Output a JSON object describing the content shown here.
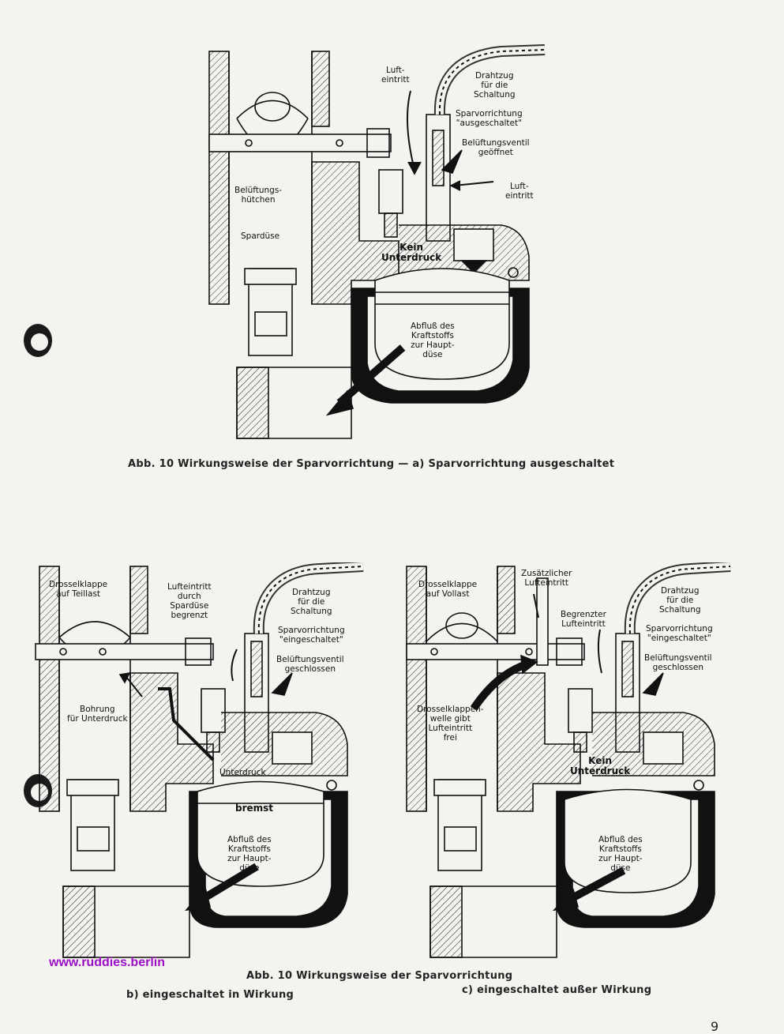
{
  "figure_a": {
    "labels": {
      "air_inlet_top": "Luft-\neintritt",
      "cable": "Drahtzug\nfür die\nSchaltung",
      "economy_state": "Sparvorrichtung\n\"ausgeschaltet\"",
      "vent_valve": "Belüftungsventil\ngeöffnet",
      "air_inlet_right": "Luft-\neintritt",
      "vent_cap": "Belüftungs-\nhütchen",
      "economy_jet": "Spardüse",
      "no_vacuum": "Kein\nUnterdruck",
      "fuel_flow": "Abfluß des\nKraftstoffs\nzur Haupt-\ndüse"
    },
    "caption": "Abb. 10   Wirkungsweise der Sparvorrichtung — a) Sparvorrichtung ausgeschaltet"
  },
  "figure_b": {
    "labels": {
      "throttle": "Drosselklappe\nauf Teillast",
      "air_limited": "Lufteintritt\ndurch\nSpardüse\nbegrenzt",
      "cable": "Drahtzug\nfür die\nSchaltung",
      "economy_state": "Sparvorrichtung\n\"eingeschaltet\"",
      "vent_valve": "Belüftungsventil\ngeschlossen",
      "vacuum_bore": "Bohrung\nfür Unterdruck",
      "vacuum": "Unterdruck",
      "brakes": "bremst",
      "fuel_flow": "Abfluß des\nKraftstoffs\nzur Haupt-\ndüse"
    }
  },
  "figure_c": {
    "labels": {
      "throttle": "Drosselklappe\nauf Vollast",
      "extra_air": "Zusätzlicher\nLufteintritt",
      "limited_air": "Begrenzter\nLufteintritt",
      "cable": "Drahtzug\nfür die\nSchaltung",
      "economy_state": "Sparvorrichtung\n\"eingeschaltet\"",
      "vent_valve": "Belüftungsventil\ngeschlossen",
      "throttle_shaft": "Drosselklappen-\nwelle gibt\nLufteintritt\nfrei",
      "no_vacuum": "Kein\nUnterdruck",
      "fuel_flow": "Abfluß des\nKraftstoffs\nzur Haupt-\ndüse"
    }
  },
  "caption_bc": "Abb. 10   Wirkungsweise der Sparvorrichtung",
  "caption_b": "b) eingeschaltet in Wirkung",
  "caption_c": "c) eingeschaltet außer Wirkung",
  "watermark": "www.ruddies.berlin",
  "page_number": "9"
}
